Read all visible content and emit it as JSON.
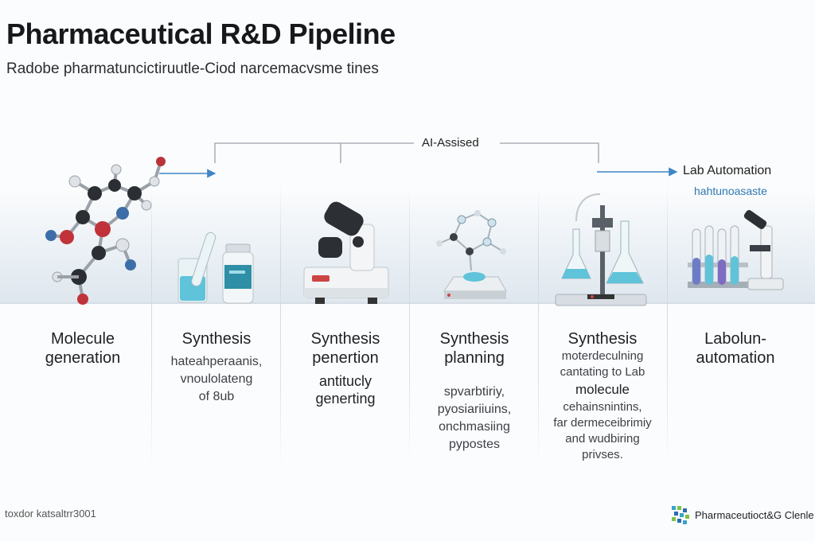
{
  "header": {
    "title": "Pharmaceutical R&D Pipeline",
    "subtitle": "Radobe pharmatuncictiruutle-Ciod narcemacvsme tines"
  },
  "flow": {
    "ai_label": "AI-Assised",
    "lab_label": "Lab Automation",
    "lab_sub": "hahtunoasaste"
  },
  "stages": [
    {
      "title_lines": [
        "Molecule",
        "generation"
      ],
      "desc_lines": [],
      "icon": "molecule-model-icon"
    },
    {
      "title_lines": [
        "Synthesis"
      ],
      "desc_lines": [
        "hateahperaanis,",
        "vnoulolateng",
        "of 8ub"
      ],
      "icon": "test-tube-and-bottle-icon"
    },
    {
      "title_lines": [
        "Synthesis",
        "penertion"
      ],
      "desc_lines": [
        "antitucly",
        "generting"
      ],
      "icon": "microscope-icon"
    },
    {
      "title_lines": [
        "Synthesis",
        "planning"
      ],
      "desc_lines": [
        "spvarbtiriy,",
        "pyosiariiuins,",
        "onchmasiing",
        "pypostes"
      ],
      "icon": "molecular-structure-device-icon"
    },
    {
      "title_lines": [
        "Synthesis"
      ],
      "desc_lines": [
        "moterdeculning",
        "cantating to Lab",
        "molecule",
        "cehainsnintins,",
        "far dermeceibrimiy",
        "and wudbiring",
        "privses."
      ],
      "icon": "lab-glassware-stand-icon"
    },
    {
      "title_lines": [
        "Labolun-",
        "automation"
      ],
      "desc_lines": [],
      "icon": "test-tube-rack-microscope-icon"
    }
  ],
  "footer": {
    "left_text": "toxdor katsaltrr3001",
    "brand_text": "Pharmaceutioct&G Clenle",
    "brand_icon": "pixel-logo-icon"
  },
  "colors": {
    "accent_blue": "#3e86c6",
    "liquid_cyan": "#5fc3da",
    "band": "#e6edf3",
    "title": "#16181b"
  }
}
